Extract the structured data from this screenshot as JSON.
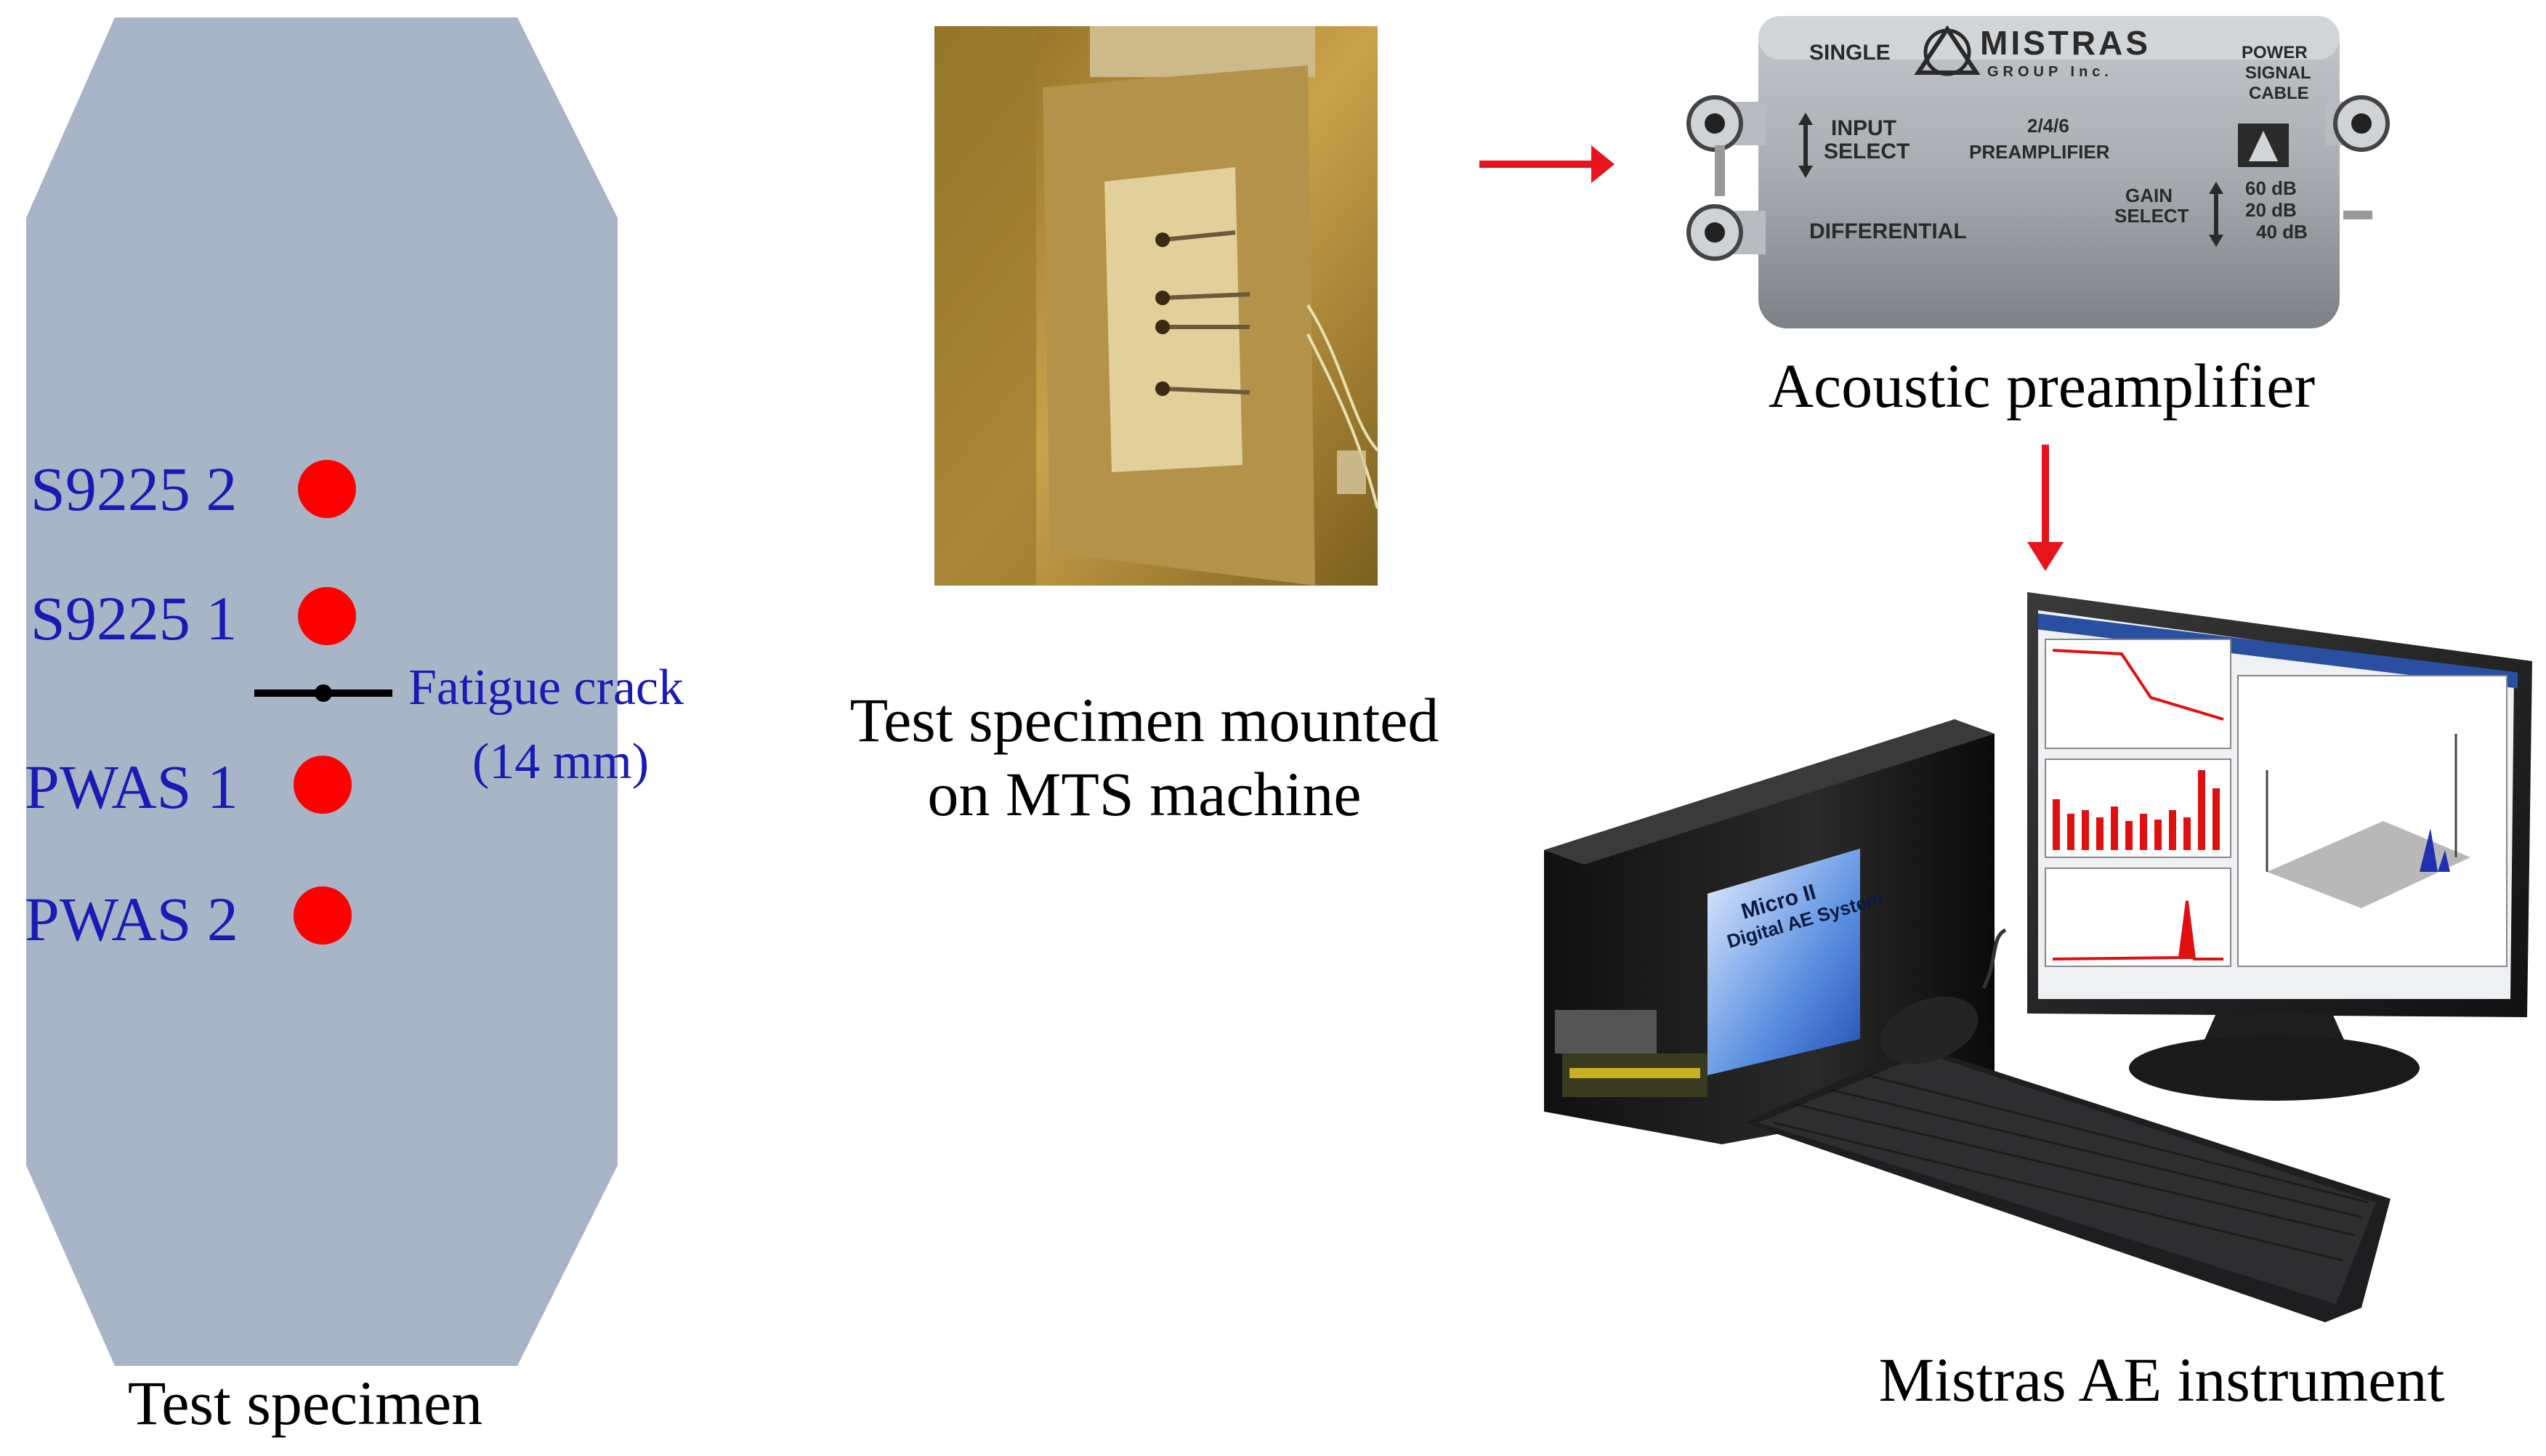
{
  "specimen": {
    "caption": "Test specimen",
    "sensors": [
      {
        "label": "S9225 2"
      },
      {
        "label": "S9225 1"
      },
      {
        "label": "PWAS 1"
      },
      {
        "label": "PWAS 2"
      }
    ],
    "crack": {
      "label": "Fatigue crack",
      "size": "(14 mm)"
    }
  },
  "photo": {
    "caption_line1": "Test specimen mounted",
    "caption_line2": "on MTS machine"
  },
  "preamplifier": {
    "caption": "Acoustic preamplifier",
    "brand": "MISTRAS",
    "brand_sub": "GROUP Inc.",
    "single": "SINGLE",
    "input": "INPUT",
    "select": "SELECT",
    "model": "2/4/6",
    "model_name": "PREAMPLIFIER",
    "differential": "DIFFERENTIAL",
    "power": "POWER",
    "signal": "SIGNAL",
    "cable": "CABLE",
    "gain": "GAIN",
    "gain_select": "SELECT",
    "gain_60": "60 dB",
    "gain_20": "20 dB",
    "gain_40": "40 dB"
  },
  "instrument": {
    "caption": "Mistras AE instrument",
    "box_label_1": "Micro II",
    "box_label_2": "Digital AE System"
  },
  "colors": {
    "specimen_fill": "#a7b5c7",
    "sensor_dot": "#ff0000",
    "label_blue": "#1a1ab4",
    "arrow_red": "#e8141b"
  }
}
